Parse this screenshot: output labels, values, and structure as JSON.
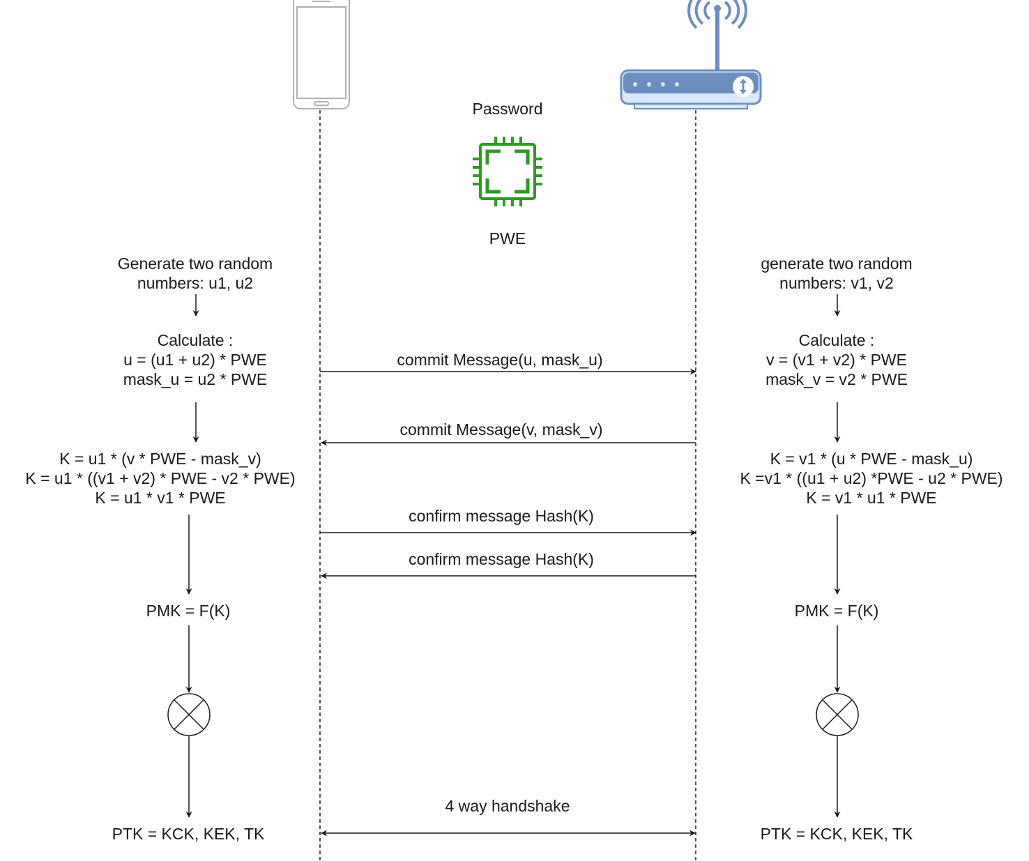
{
  "center": {
    "password_label": "Password",
    "pwe_label": "PWE"
  },
  "client": {
    "generate": [
      "Generate two random",
      "numbers: u1, u2"
    ],
    "calculate": [
      "Calculate :",
      "u = (u1 + u2) * PWE",
      "mask_u = u2 * PWE"
    ],
    "k_derivation": [
      "K = u1 * (v * PWE - mask_v)",
      "K = u1 * ((v1 + v2) * PWE - v2 * PWE)",
      "K = u1 * v1 * PWE"
    ],
    "pmk": "PMK = F(K)",
    "ptk": "PTK = KCK, KEK, TK"
  },
  "ap": {
    "generate": [
      "generate two random",
      "numbers: v1, v2"
    ],
    "calculate": [
      "Calculate :",
      "v = (v1 + v2) * PWE",
      "mask_v = v2 * PWE"
    ],
    "k_derivation": [
      "K = v1 * (u * PWE - mask_u)",
      "K =v1 * ((u1 + u2) *PWE - u2 * PWE)",
      "K = v1 * u1 * PWE"
    ],
    "pmk": "PMK = F(K)",
    "ptk": "PTK = KCK, KEK, TK"
  },
  "messages": {
    "commit_u": "commit Message(u, mask_u)",
    "commit_v": "commit Message(v, mask_v)",
    "confirm_1": "confirm message Hash(K)",
    "confirm_2": "confirm message Hash(K)",
    "handshake": "4 way handshake"
  },
  "colors": {
    "line": "#1a1a1a",
    "device_stroke": "#b0b0b0",
    "router": "#6c8ebf",
    "router_fill": "#dae8fc",
    "chip": "#2d9b22"
  }
}
